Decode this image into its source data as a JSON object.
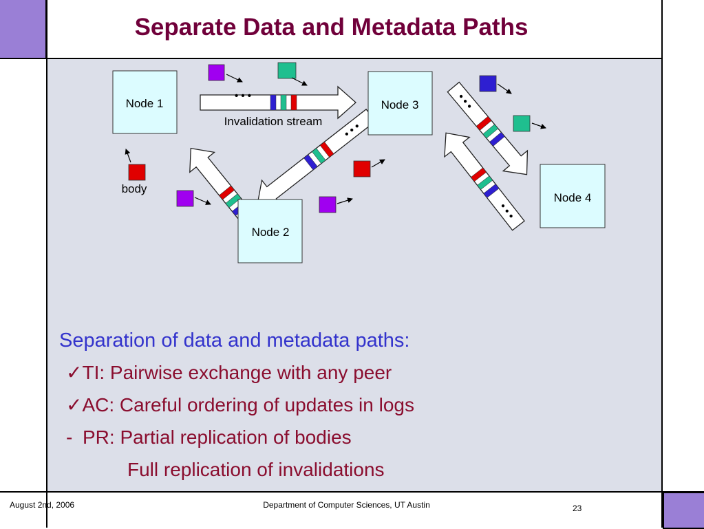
{
  "slide": {
    "title": "Separate Data and Metadata Paths",
    "page_number": "23"
  },
  "footer": {
    "date": "August 2nd, 2006",
    "department": "Department of Computer Sciences, UT Austin"
  },
  "diagram": {
    "nodes": [
      "Node 1",
      "Node 2",
      "Node 3",
      "Node 4"
    ],
    "stream_label": "Invalidation stream",
    "body_label": "body",
    "ellipsis": "• • •",
    "colors": {
      "red": "#e00000",
      "green": "#1fbf8f",
      "blue": "#2e1fd1",
      "purple": "#a000f0",
      "node_fill": "#dcfcff",
      "arrow_fill": "#ffffff"
    }
  },
  "bullets": {
    "heading": "Separation of data and metadata paths:",
    "items": [
      {
        "marker": "✓",
        "text": "TI: Pairwise exchange with any peer"
      },
      {
        "marker": "✓",
        "text": "AC: Careful ordering of updates in logs"
      },
      {
        "marker": "-",
        "text": "PR: Partial replication of bodies"
      }
    ],
    "continuation": "Full replication of invalidations"
  }
}
